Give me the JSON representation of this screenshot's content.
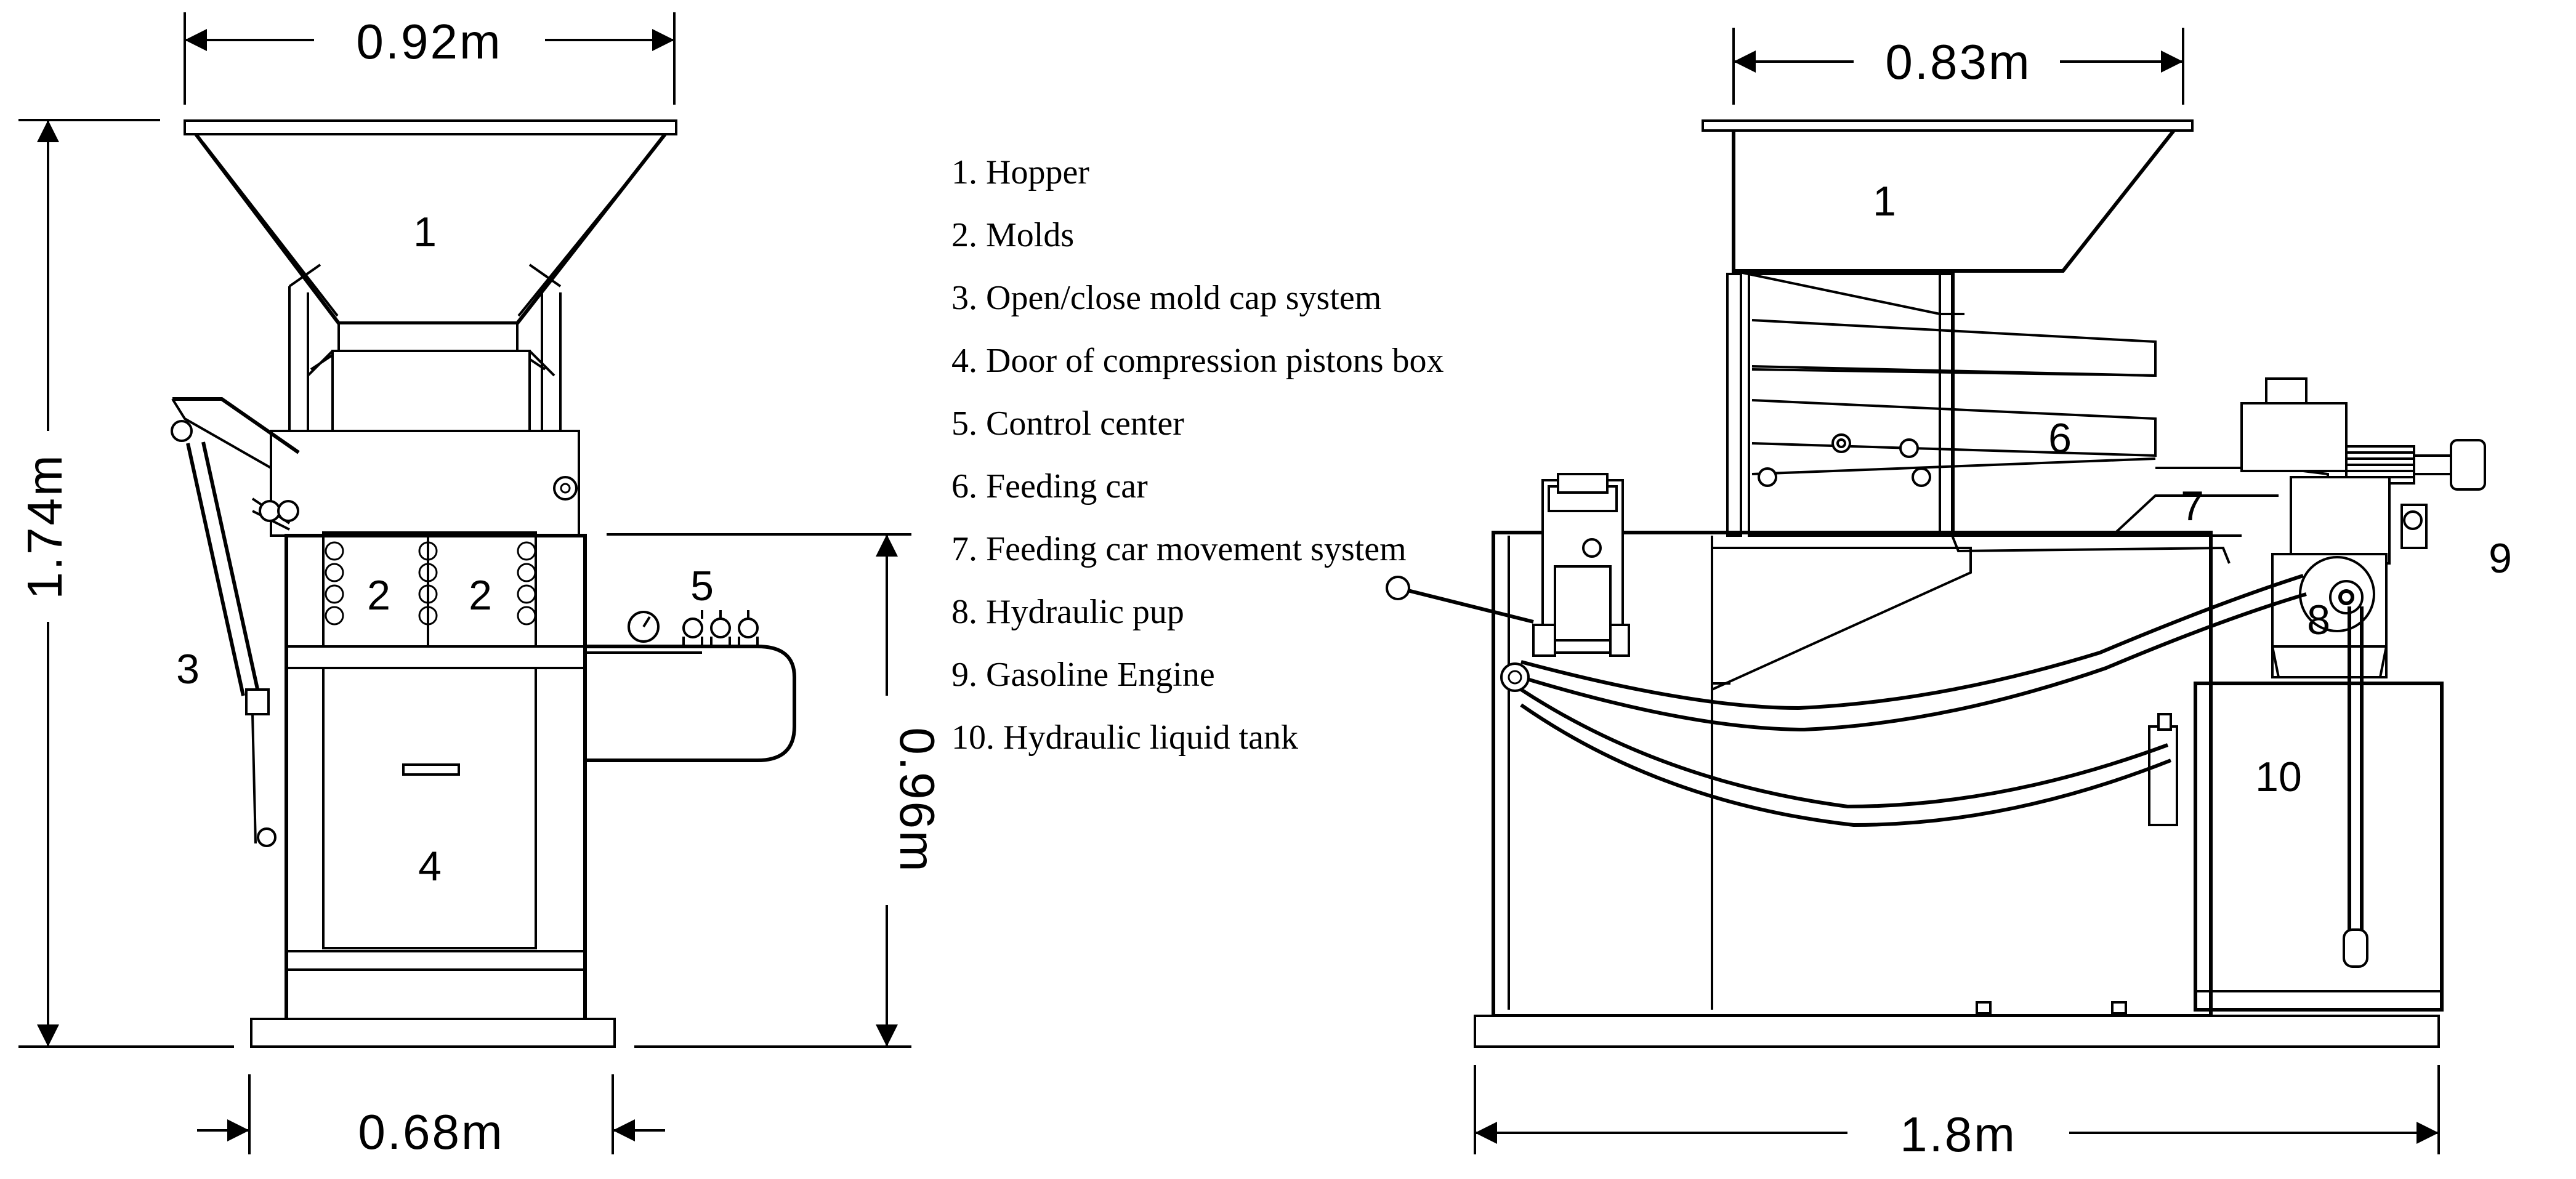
{
  "dimensions": {
    "front_width_top": "0.92m",
    "front_height": "1.74m",
    "front_base_width": "0.68m",
    "front_table_height": "0.96m",
    "side_width_top": "0.83m",
    "side_length": "1.8m"
  },
  "front_labels": {
    "hopper": "1",
    "mold_left": "2",
    "mold_right": "2",
    "cap_system": "3",
    "door": "4",
    "control": "5"
  },
  "side_labels": {
    "hopper": "1",
    "feeding_car": "6",
    "feeding_move": "7",
    "pump": "8",
    "engine": "9",
    "tank": "10"
  },
  "legend": [
    "1. Hopper",
    "2. Molds",
    "3. Open/close mold cap system",
    "4. Door of compression pistons box",
    "5. Control center",
    "6. Feeding car",
    "7. Feeding car movement system",
    "8. Hydraulic pup",
    "9. Gasoline Engine",
    "10. Hydraulic liquid tank"
  ]
}
